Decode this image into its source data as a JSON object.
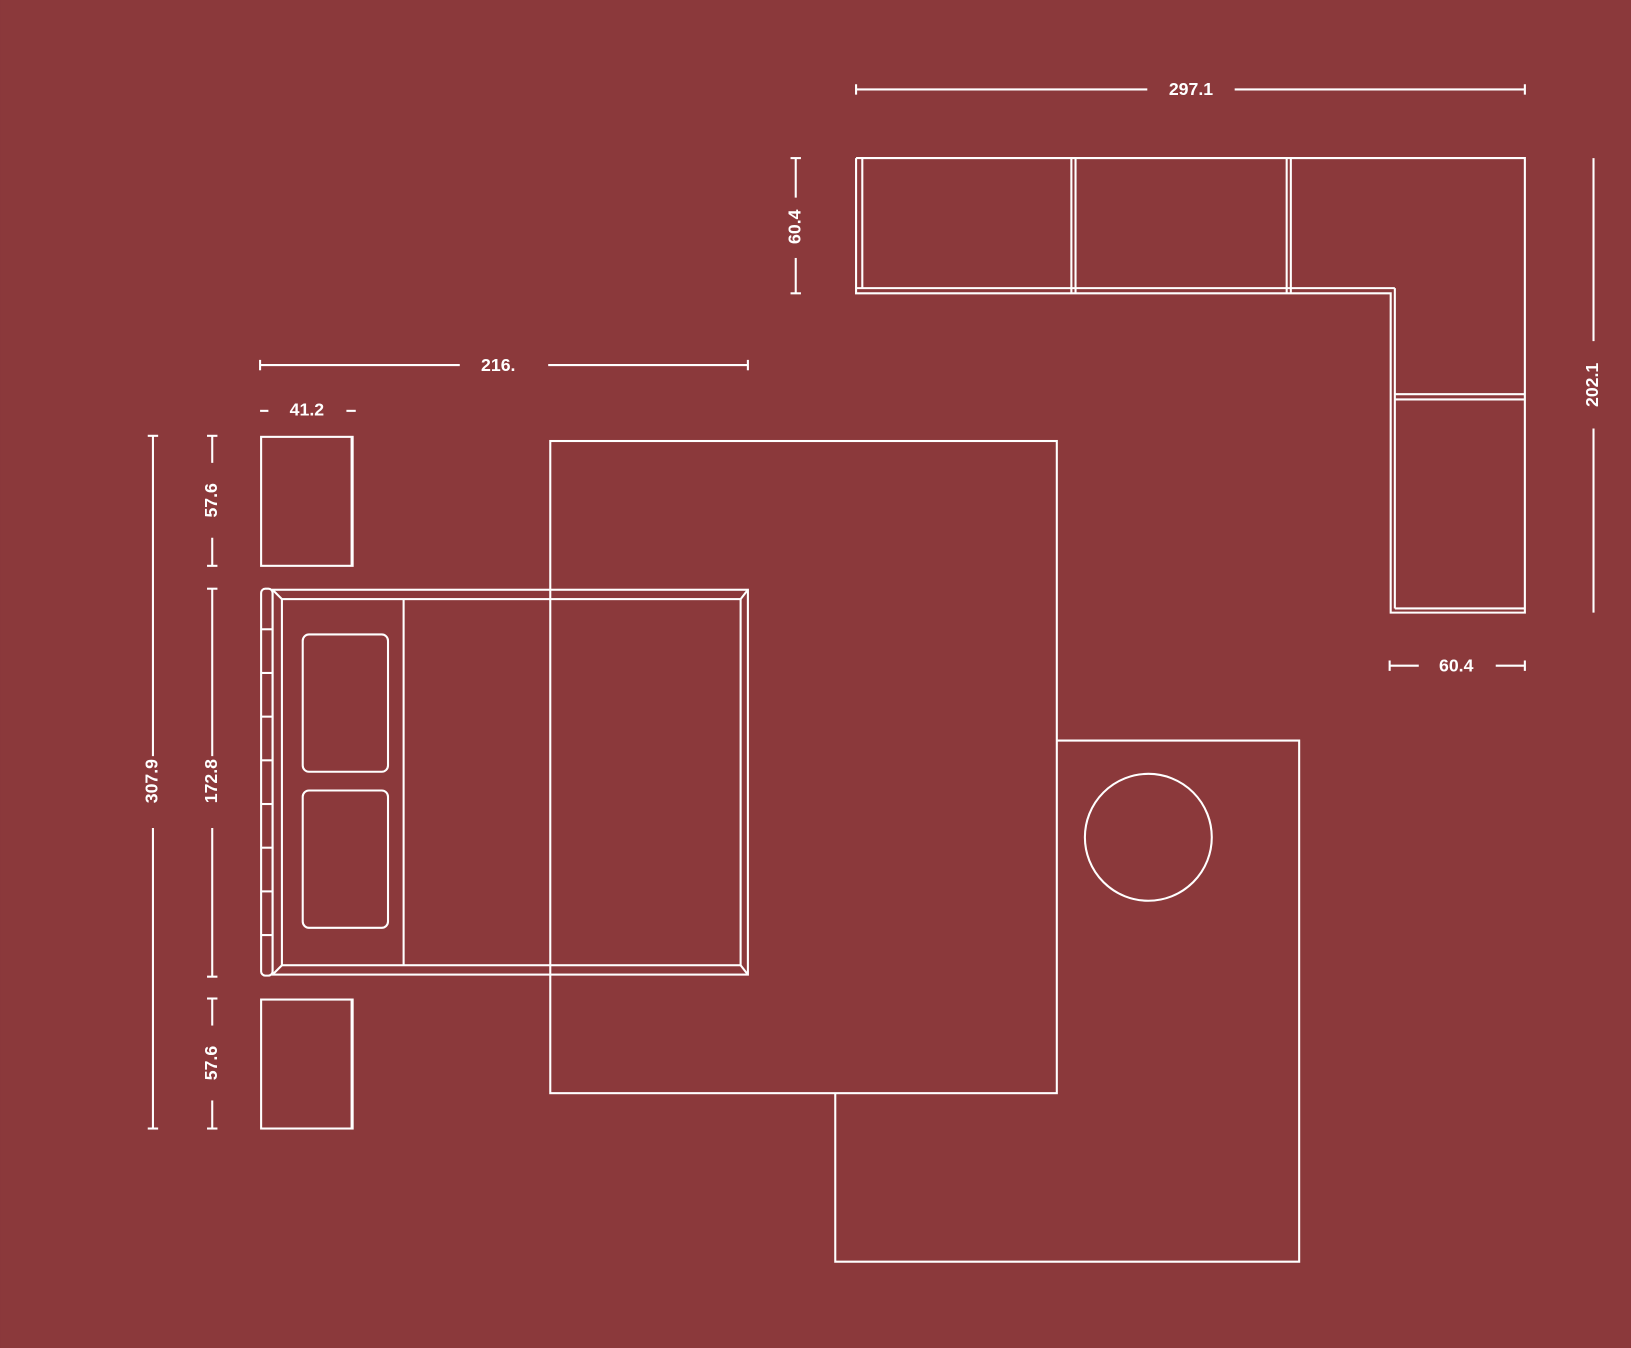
{
  "colors": {
    "background": "#8b393b",
    "line": "#ffffff"
  },
  "dimensions": {
    "sofa_width": "297.1",
    "sofa_depth": "60.4",
    "sofa_length": "202.1",
    "chaise_width": "60.4",
    "bed_width": "216.",
    "nightstand_width": "41.2",
    "total_length": "307.9",
    "nightstand_top_depth": "57.6",
    "bed_length": "172.8",
    "nightstand_bottom_depth": "57.6"
  }
}
